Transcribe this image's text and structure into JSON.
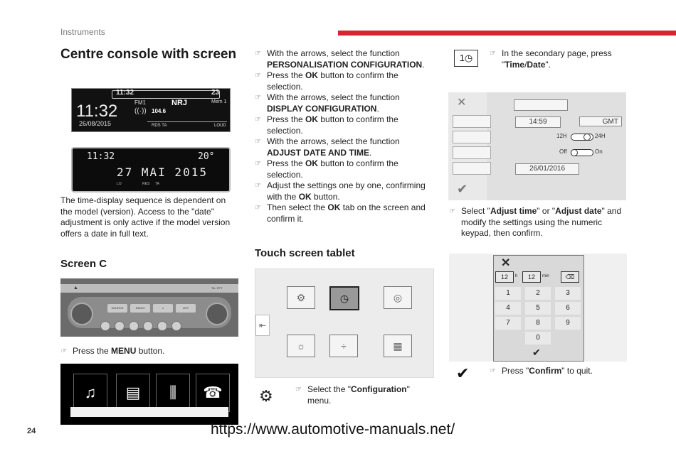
{
  "header": {
    "section": "Instruments",
    "page_number": "24",
    "footer_url": "https://www.automotive-manuals.net/"
  },
  "left": {
    "title": "Centre console with screen",
    "display1": {
      "status_time": "11:32",
      "status_temp": "23",
      "band": "FM1",
      "station": "NRJ",
      "mem": "Mem 1",
      "freq": "104.6",
      "big_time": "11:32",
      "date": "26/08/2015",
      "rds": "RDS TA",
      "loud": "LOUD"
    },
    "display2": {
      "time": "11:32",
      "temp": "20°",
      "date": "27 MAI 2015",
      "lo": "LO",
      "res": "RES",
      "ta": "TA"
    },
    "paragraph": "The time-display sequence is dependent on the model (version). Access to the \"date\" adjustment is only active if the model version offers a date in full text.",
    "screen_c_heading": "Screen C",
    "panel_buttons": [
      "SOURCE",
      "RADIO",
      "♫",
      "LIST"
    ],
    "panel_right": "TA / RTT",
    "menu_bullet_pre": "Press the ",
    "menu_bullet_bold": "MENU",
    "menu_bullet_post": " button."
  },
  "middle": {
    "bullets": [
      {
        "pre": "With the arrows, select the function ",
        "bold": "PERSONALISATION CONFIGURATION",
        "post": "."
      },
      {
        "pre": "Press the ",
        "bold": "OK",
        "post": " button to confirm the selection."
      },
      {
        "pre": "With the arrows, select the function ",
        "bold": "DISPLAY CONFIGURATION",
        "post": "."
      },
      {
        "pre": "Press the ",
        "bold": "OK",
        "post": " button to confirm the selection."
      },
      {
        "pre": "With the arrows, select the function ",
        "bold": "ADJUST DATE AND TIME",
        "post": "."
      },
      {
        "pre": "Press the ",
        "bold": "OK",
        "post": " button to confirm the selection."
      },
      {
        "pre": "Adjust the settings one by one, confirming with the ",
        "bold": "OK",
        "post": " button."
      },
      {
        "pre": "Then select the ",
        "bold": "OK",
        "post": " tab on the screen and confirm it."
      }
    ],
    "touch_heading": "Touch screen tablet",
    "config_pre": "Select the \"",
    "config_bold": "Configuration",
    "config_post": "\" menu."
  },
  "right": {
    "b1_pre": "In the secondary page, press \"",
    "b1_bold1": "Time",
    "b1_mid": "/",
    "b1_bold2": "Date",
    "b1_post": "\".",
    "screen": {
      "time": "14:59",
      "gmt": "GMT",
      "h12": "12H",
      "h24": "24H",
      "off": "Off",
      "on": "On",
      "date": "26/01/2016"
    },
    "b2_pre": "Select \"",
    "b2_bold1": "Adjust time",
    "b2_mid": "\" or \"",
    "b2_bold2": "Adjust date",
    "b2_post": "\" and modify the settings using the numeric keypad, then confirm.",
    "keypad": {
      "hours": "12",
      "h": "h",
      "minutes": "12",
      "min": "min",
      "keys": [
        "1",
        "2",
        "3",
        "4",
        "5",
        "6",
        "7",
        "8",
        "9",
        "0"
      ]
    },
    "b3_pre": "Press \"",
    "b3_bold": "Confirm",
    "b3_post": "\" to quit."
  }
}
